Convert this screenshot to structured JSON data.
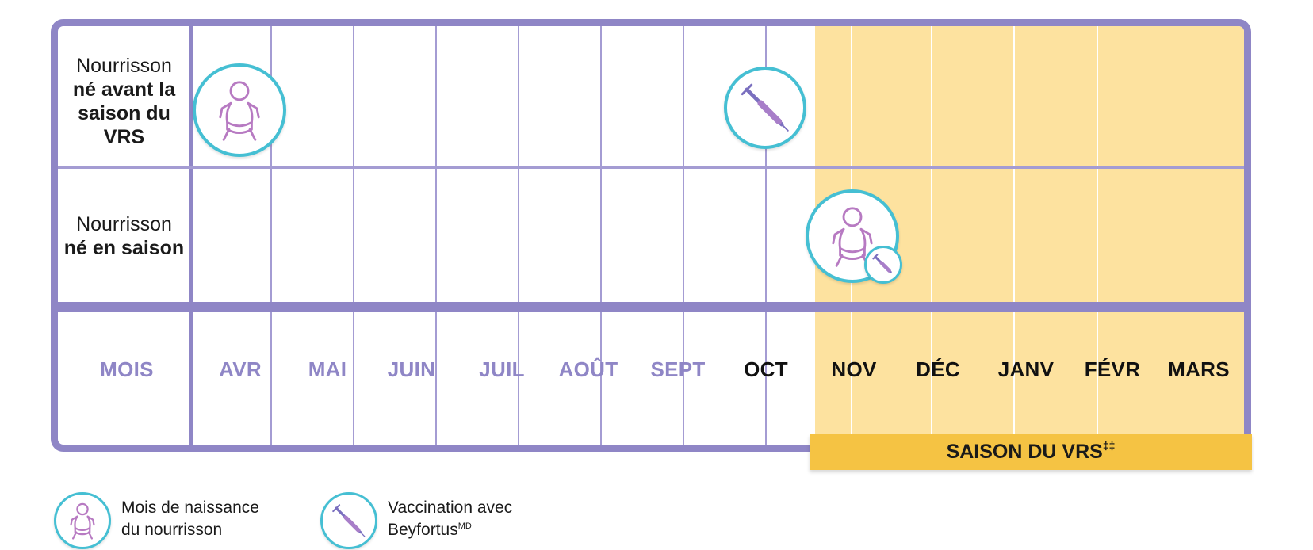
{
  "rows": [
    {
      "light": "Nourrisson",
      "bold": "né avant la saison du VRS"
    },
    {
      "light": "Nourrisson",
      "bold": "né en saison"
    }
  ],
  "months_label": "MOIS",
  "months": [
    "AVR",
    "MAI",
    "JUIN",
    "JUIL",
    "AOÛT",
    "SEPT",
    "OCT",
    "NOV",
    "DÉC",
    "JANV",
    "FÉVR",
    "MARS"
  ],
  "season": {
    "label": "SAISON DU VRS",
    "mark": "‡‡"
  },
  "legend": {
    "birth": {
      "line1": "Mois de naissance",
      "line2": "du nourrisson",
      "icon": "baby-icon"
    },
    "vaccine": {
      "line1": "Vaccination avec",
      "line2": "Beyfortus",
      "mark": "MD",
      "icon": "syringe-icon"
    }
  },
  "colors": {
    "frame": "#8f86c6",
    "season_fill": "#fde29f",
    "season_bar": "#f5c343",
    "icon_ring": "#45bfd3",
    "baby_icon": "#c06cc0",
    "syringe_icon": "#7a6fbf"
  }
}
